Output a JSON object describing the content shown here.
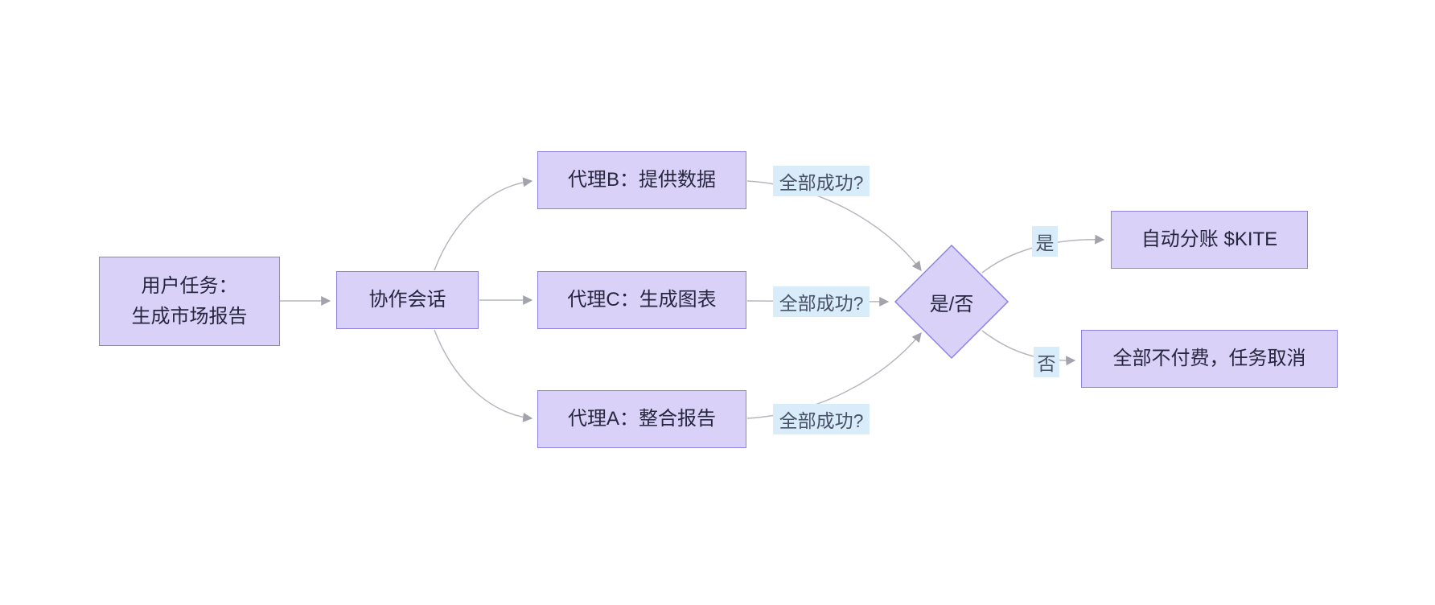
{
  "diagram_title": "multi-agent-task-flowchart",
  "colors": {
    "background": "#ffffff",
    "node_fill": "#d9d1f8",
    "node_border": "#8c83e0",
    "node_text": "#26263e",
    "edge_line": "#b6b6bf",
    "edge_arrow": "#a3a3ad",
    "edge_label_bg": "#d9ecfa",
    "edge_label_text": "#4a5068"
  },
  "nodes": {
    "user_task": {
      "line1": "用户任务：",
      "line2": "生成市场报告"
    },
    "session": {
      "label": "协作会话"
    },
    "agent_b": {
      "label": "代理B：提供数据"
    },
    "agent_c": {
      "label": "代理C：生成图表"
    },
    "agent_a": {
      "label": "代理A：整合报告"
    },
    "decision": {
      "label": "是/否"
    },
    "payout": {
      "label": "自动分账 $KITE"
    },
    "cancel": {
      "label": "全部不付费，任务取消"
    }
  },
  "edge_labels": {
    "check_b": "全部成功?",
    "check_c": "全部成功?",
    "check_a": "全部成功?",
    "yes": "是",
    "no": "否"
  }
}
